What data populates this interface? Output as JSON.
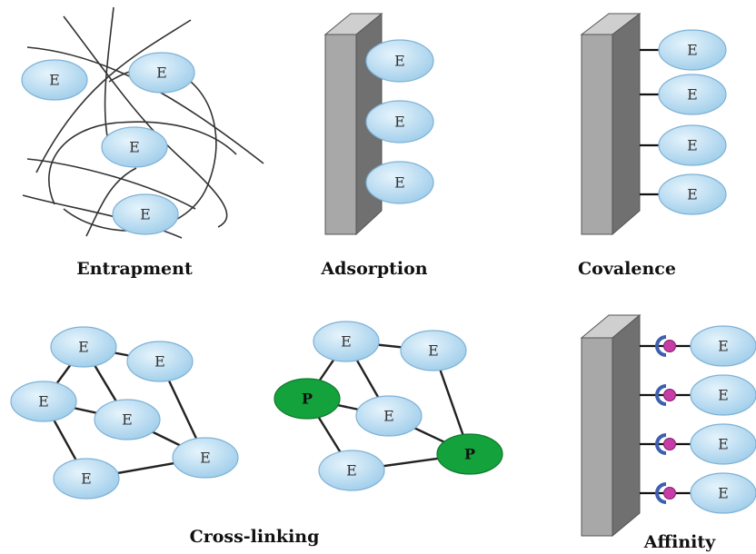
{
  "colors": {
    "enzyme_fill": "#b8dcf2",
    "enzyme_stroke": "#7fb2d6",
    "polymer_fill": "#14a23c",
    "support_front": "#a8a8a8",
    "support_side": "#707070",
    "support_top": "#cfcfcf",
    "ligand_fill": "#c83ca8",
    "ligand_cup": "#3d5fb0"
  },
  "enzyme_label": "E",
  "polymer_label": "P",
  "panels": {
    "entrapment": {
      "label": "Entrapment"
    },
    "adsorption": {
      "label": "Adsorption"
    },
    "covalence": {
      "label": "Covalence"
    },
    "crosslinking": {
      "label": "Cross-linking"
    },
    "affinity": {
      "label": "Affinity"
    }
  }
}
